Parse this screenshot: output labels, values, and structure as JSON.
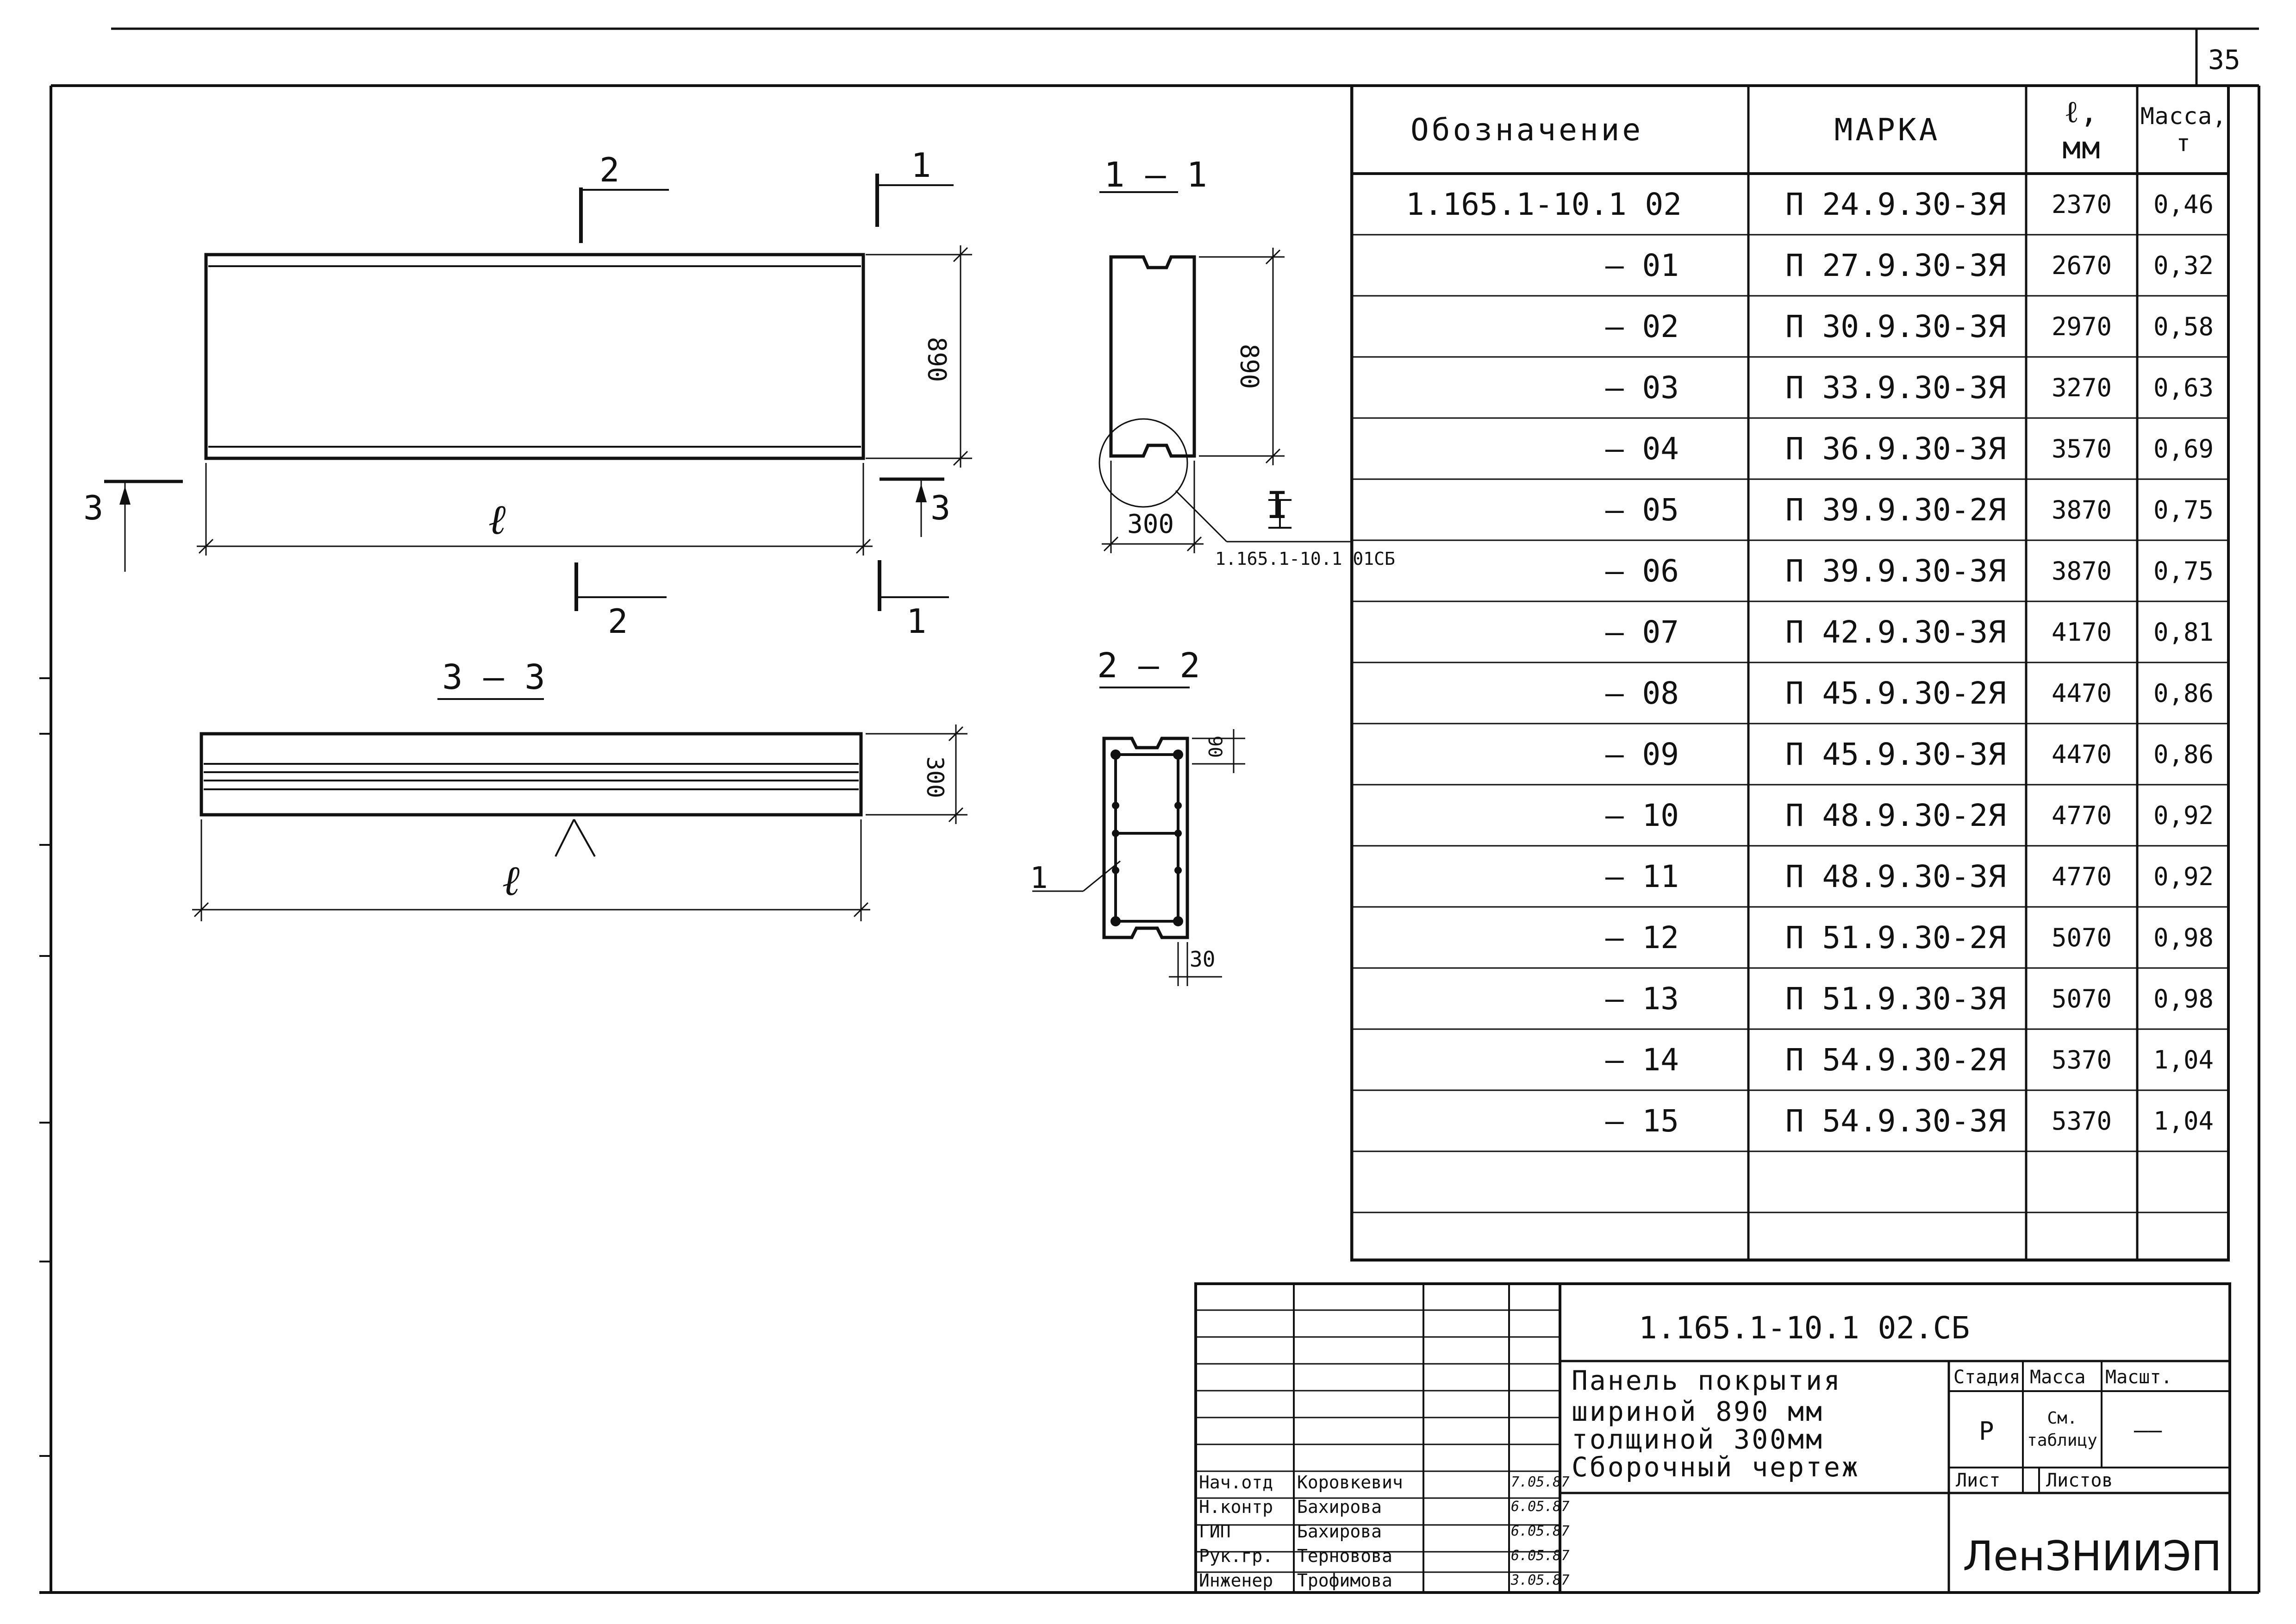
{
  "sheet_number": "35",
  "drawing": {
    "section_marks": [
      "1",
      "2",
      "3"
    ],
    "section_titles": [
      "1 — 1",
      "2 — 2",
      "3 — 3"
    ],
    "dim_height": "890",
    "dim_thickness": "300",
    "dim_length": "ℓ",
    "dim_top_cover": "90",
    "dim_side_cover": "30",
    "node_label": "I",
    "node_ref": "1.165.1-10.1 01СБ",
    "position_callout": "1"
  },
  "spec_table": {
    "headers": {
      "designation": "Обозначение",
      "mark": "МАРКА",
      "length": "ℓ,",
      "length_unit": "мм",
      "mass": "Масса,",
      "mass_unit": "т"
    },
    "rows": [
      {
        "designation": "1.165.1-10.1 02",
        "mark": "П 24.9.30-3Я",
        "length": "2370",
        "mass": "0,46"
      },
      {
        "designation": "— 01",
        "mark": "П 27.9.30-3Я",
        "length": "2670",
        "mass": "0,32"
      },
      {
        "designation": "— 02",
        "mark": "П 30.9.30-3Я",
        "length": "2970",
        "mass": "0,58"
      },
      {
        "designation": "— 03",
        "mark": "П 33.9.30-3Я",
        "length": "3270",
        "mass": "0,63"
      },
      {
        "designation": "— 04",
        "mark": "П 36.9.30-3Я",
        "length": "3570",
        "mass": "0,69"
      },
      {
        "designation": "— 05",
        "mark": "П 39.9.30-2Я",
        "length": "3870",
        "mass": "0,75"
      },
      {
        "designation": "— 06",
        "mark": "П 39.9.30-3Я",
        "length": "3870",
        "mass": "0,75"
      },
      {
        "designation": "— 07",
        "mark": "П 42.9.30-3Я",
        "length": "4170",
        "mass": "0,81"
      },
      {
        "designation": "— 08",
        "mark": "П 45.9.30-2Я",
        "length": "4470",
        "mass": "0,86"
      },
      {
        "designation": "— 09",
        "mark": "П 45.9.30-3Я",
        "length": "4470",
        "mass": "0,86"
      },
      {
        "designation": "— 10",
        "mark": "П 48.9.30-2Я",
        "length": "4770",
        "mass": "0,92"
      },
      {
        "designation": "— 11",
        "mark": "П 48.9.30-3Я",
        "length": "4770",
        "mass": "0,92"
      },
      {
        "designation": "— 12",
        "mark": "П 51.9.30-2Я",
        "length": "5070",
        "mass": "0,98"
      },
      {
        "designation": "— 13",
        "mark": "П 51.9.30-3Я",
        "length": "5070",
        "mass": "0,98"
      },
      {
        "designation": "— 14",
        "mark": "П 54.9.30-2Я",
        "length": "5370",
        "mass": "1,04"
      },
      {
        "designation": "— 15",
        "mark": "П 54.9.30-3Я",
        "length": "5370",
        "mass": "1,04"
      }
    ]
  },
  "title_block": {
    "code": "1.165.1-10.1 02.СБ",
    "title_lines": [
      "Панель покрытия",
      "шириной 890 мм",
      "толщиной 300мм",
      "Сборочный чертеж"
    ],
    "stage_label": "Стадия",
    "mass_label": "Масса",
    "scale_label": "Масшт.",
    "stage": "Р",
    "mass_value": "См. таблицу",
    "scale_value": "——",
    "sheet_label": "Лист",
    "sheets_label": "Листов",
    "org": "ЛенЗНИИЭП",
    "people": [
      {
        "role": "Нач.отд",
        "name": "Коровкевич",
        "date": "7.05.87"
      },
      {
        "role": "Н.контр",
        "name": "Бахирова",
        "date": "6.05.87"
      },
      {
        "role": "ГИП",
        "name": "Бахирова",
        "date": "6.05.87"
      },
      {
        "role": "Рук.гр.",
        "name": "Терновова",
        "date": "6.05.87"
      },
      {
        "role": "Инженер",
        "name": "Трофимова",
        "date": "3.05.87"
      }
    ]
  }
}
